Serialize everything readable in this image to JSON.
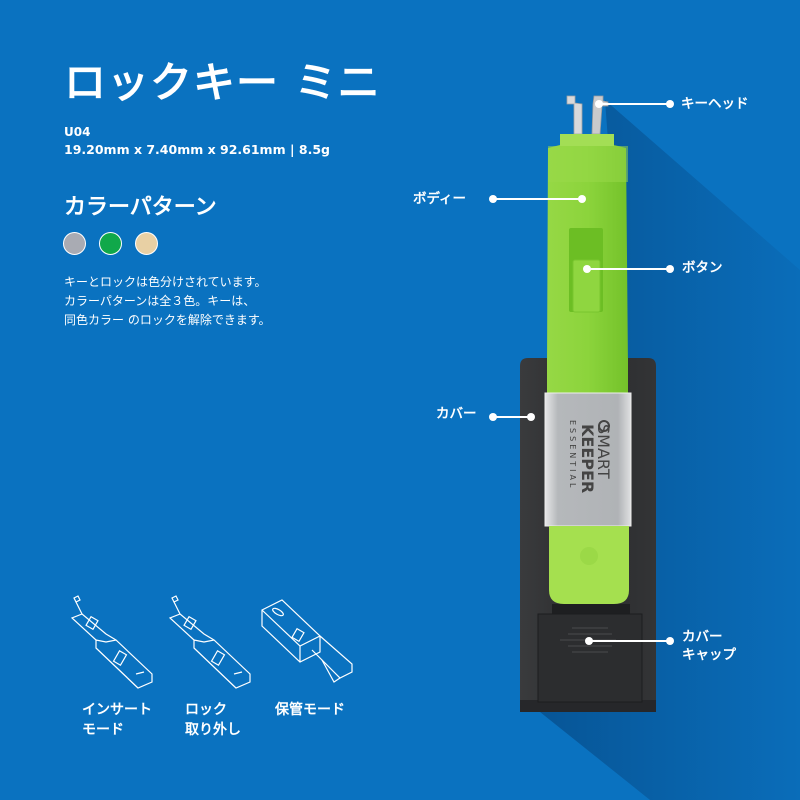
{
  "header": {
    "title": "ロックキー ミニ",
    "model": "U04",
    "dimensions": "19.20mm x 7.40mm x 92.61mm | 8.5g"
  },
  "color_pattern": {
    "heading": "カラーパターン",
    "swatches": [
      {
        "name": "gray",
        "color": "#a9abb3"
      },
      {
        "name": "green",
        "color": "#10a84a"
      },
      {
        "name": "beige",
        "color": "#e8d0a4"
      }
    ],
    "description": [
      "キーとロックは色分けされています。",
      "カラーパターンは全３色。キーは、",
      "同色カラー のロックを解除できます。"
    ]
  },
  "modes": [
    {
      "label_lines": [
        "インサート",
        "モード"
      ]
    },
    {
      "label_lines": [
        "ロック",
        "取り外し"
      ]
    },
    {
      "label_lines": [
        "保管モード"
      ]
    }
  ],
  "callouts": {
    "key_head": "キーヘッド",
    "body": "ボディー",
    "button": "ボタン",
    "cover": "カバー",
    "cover_cap_line1": "カバー",
    "cover_cap_line2": "キャップ"
  },
  "device": {
    "brand_line1": "SMART",
    "brand_line2": "KEEPER",
    "brand_line3": "ESSENTIAL"
  },
  "colors": {
    "background": "#0a72c0",
    "shadow": "#07579a",
    "body_green": "#8cd43c",
    "cover_black": "#2a2b2d",
    "metal": "#b9bcbf"
  }
}
